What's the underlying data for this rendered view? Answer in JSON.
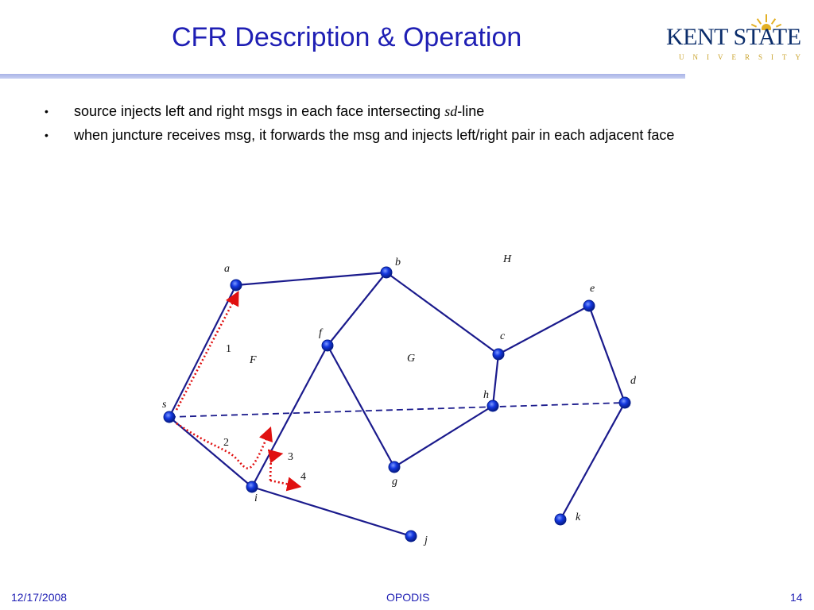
{
  "slide": {
    "title": "CFR Description & Operation",
    "logo": {
      "name": "KENT STATE",
      "subtitle": "UNIVERSITY"
    },
    "bullets": [
      {
        "prefix": "source injects  left and right msgs in each face intersecting ",
        "emph": "sd",
        "suffix": "-line"
      },
      {
        "text": "when juncture receives msg, it forwards the msg and injects left/right pair in each adjacent face"
      }
    ]
  },
  "diagram": {
    "nodes": [
      {
        "id": "a",
        "label": "a"
      },
      {
        "id": "b",
        "label": "b"
      },
      {
        "id": "c",
        "label": "c"
      },
      {
        "id": "d",
        "label": "d"
      },
      {
        "id": "e",
        "label": "e"
      },
      {
        "id": "f",
        "label": "f"
      },
      {
        "id": "g",
        "label": "g"
      },
      {
        "id": "h",
        "label": "h"
      },
      {
        "id": "i",
        "label": "i"
      },
      {
        "id": "j",
        "label": "j"
      },
      {
        "id": "k",
        "label": "k"
      },
      {
        "id": "s",
        "label": "s"
      }
    ],
    "edges": [
      [
        "s",
        "a"
      ],
      [
        "a",
        "b"
      ],
      [
        "b",
        "f"
      ],
      [
        "b",
        "c"
      ],
      [
        "c",
        "e"
      ],
      [
        "e",
        "d"
      ],
      [
        "c",
        "h"
      ],
      [
        "h",
        "g"
      ],
      [
        "f",
        "g"
      ],
      [
        "f",
        "i"
      ],
      [
        "s",
        "i"
      ],
      [
        "i",
        "j"
      ],
      [
        "d",
        "k"
      ]
    ],
    "sd_line": [
      "s",
      "d"
    ],
    "faces": [
      "F",
      "G",
      "H"
    ],
    "message_labels": [
      "1",
      "2",
      "3",
      "4"
    ],
    "colors": {
      "edge": "#1a1a8c",
      "node": "#1438e0",
      "message": "#e01010"
    }
  },
  "footer": {
    "date": "12/17/2008",
    "center": "OPODIS",
    "page": "14"
  }
}
